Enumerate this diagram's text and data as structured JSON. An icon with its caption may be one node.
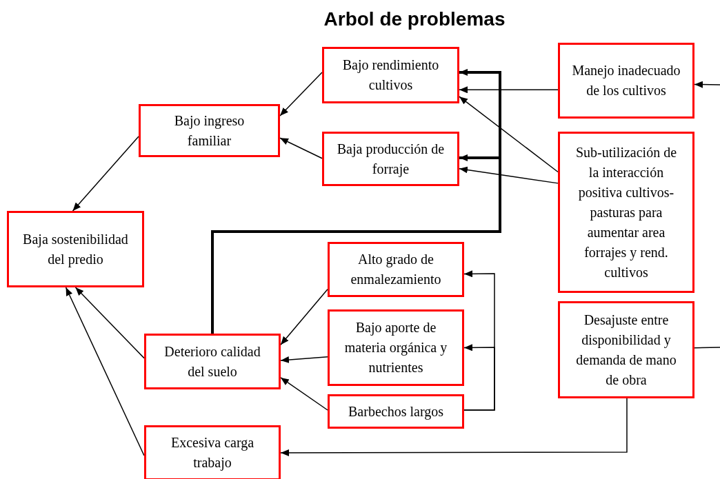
{
  "diagram": {
    "title": "Arbol de problemas",
    "nodes": [
      {
        "text": [
          "Bajo rendimiento cultivos"
        ]
      },
      {
        "text": [
          "Manejo inadecuado de los cultivos"
        ]
      },
      {
        "text": [
          "Bajo ingreso familiar"
        ]
      },
      {
        "text": [
          "Baja producción de forraje"
        ]
      },
      {
        "text": [
          "Sub-utilización de la interacción positiva cultivos-pasturas para aumentar area forrajes y rend. cultivos"
        ]
      },
      {
        "text": [
          "Baja sostenibilidad del predio"
        ]
      },
      {
        "text": [
          "Alto grado de enmalezamiento"
        ]
      },
      {
        "text": [
          "Deterioro calidad del suelo"
        ]
      },
      {
        "text": [
          "Bajo aporte de materia orgánica y nutrientes"
        ]
      },
      {
        "text": [
          "Desajuste entre disponibilidad y demanda de mano de obra"
        ]
      },
      {
        "text": [
          "Barbechos largos"
        ]
      },
      {
        "text": [
          "Excesiva carga trabajo"
        ]
      }
    ],
    "edges": [
      {
        "from": 0,
        "to": 2,
        "arrow": "to"
      },
      {
        "from": 3,
        "to": 2,
        "arrow": "to"
      },
      {
        "from": 2,
        "to": 5,
        "arrow": "to"
      },
      {
        "from": null,
        "to": 1,
        "arrow": "to"
      },
      {
        "from": 1,
        "to": 0,
        "arrow": "to"
      },
      {
        "from": 4,
        "to": 0,
        "arrow": "to"
      },
      {
        "from": 4,
        "to": 3,
        "arrow": "to"
      },
      {
        "from": 7,
        "to": 0,
        "arrow": "to",
        "style": "thick"
      },
      {
        "from": 7,
        "to": 3,
        "arrow": "to",
        "style": "thick"
      },
      {
        "from": 6,
        "to": 7,
        "arrow": "to"
      },
      {
        "from": 8,
        "to": 7,
        "arrow": "to"
      },
      {
        "from": 10,
        "to": 7,
        "arrow": "to"
      },
      {
        "from": 7,
        "to": 5,
        "arrow": "to"
      },
      {
        "from": 11,
        "to": 5,
        "arrow": "to"
      },
      {
        "from": 10,
        "to": 6,
        "arrow": "to"
      },
      {
        "from": 10,
        "to": 8,
        "arrow": "to"
      },
      {
        "from": 9,
        "to": 11,
        "arrow": "to"
      },
      {
        "from": 9,
        "to": null,
        "arrow": "none"
      }
    ]
  }
}
